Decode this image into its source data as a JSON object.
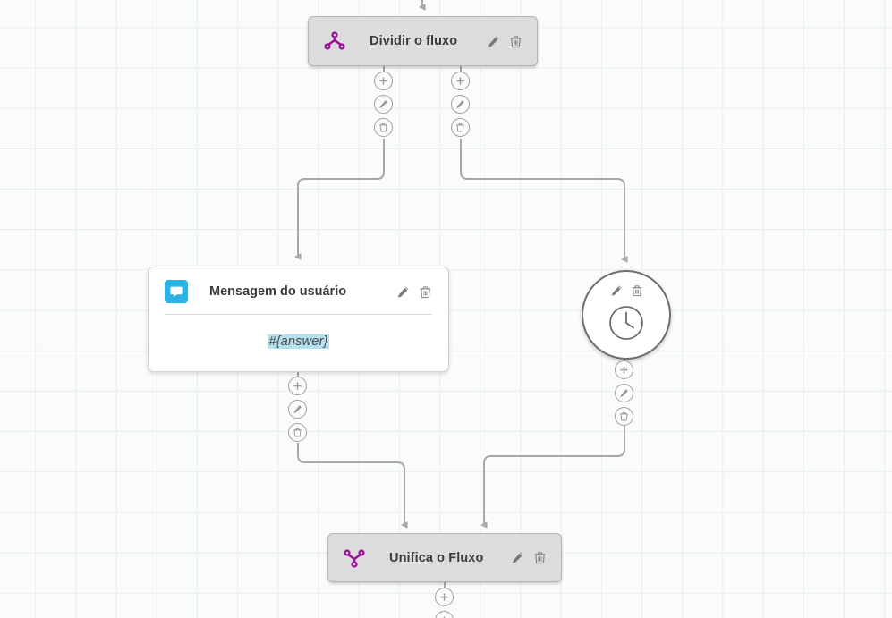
{
  "canvas": {
    "grid_color": "#e8ecf3",
    "background_color": "#fafbfb",
    "edge_color": "#a8a8a8"
  },
  "nodes": [
    {
      "id": "split",
      "type": "system",
      "title": "Dividir o fluxo",
      "icon": "split-flow-icon",
      "icon_color": "#9c0f9c",
      "tools": [
        "edit-pencil-icon",
        "delete-trash-icon"
      ]
    },
    {
      "id": "user-message",
      "type": "card",
      "title": "Mensagem do usuário",
      "icon": "chat-bubble-icon",
      "icon_background": "#2ab3e8",
      "body_value": "#{answer}",
      "body_highlight": "#b6dff0",
      "tools": [
        "edit-pencil-icon",
        "delete-trash-icon"
      ]
    },
    {
      "id": "timer",
      "type": "circle",
      "title": "",
      "icon": "clock-icon",
      "tools": [
        "edit-pencil-icon",
        "delete-trash-icon"
      ]
    },
    {
      "id": "merge",
      "type": "system",
      "title": "Unifica o Fluxo",
      "icon": "merge-flow-icon",
      "icon_color": "#9c0f9c",
      "tools": [
        "edit-pencil-icon",
        "delete-trash-icon"
      ]
    }
  ],
  "handles": {
    "add_label": "+",
    "edit_label": "edit",
    "delete_label": "delete",
    "groups": [
      {
        "id": "split-left",
        "buttons": [
          "add-icon",
          "edit-pencil-icon",
          "delete-trash-icon"
        ]
      },
      {
        "id": "split-right",
        "buttons": [
          "add-icon",
          "edit-pencil-icon",
          "delete-trash-icon"
        ]
      },
      {
        "id": "message-out",
        "buttons": [
          "add-icon",
          "edit-pencil-icon",
          "delete-trash-icon"
        ]
      },
      {
        "id": "timer-out",
        "buttons": [
          "add-icon",
          "edit-pencil-icon",
          "delete-trash-icon"
        ]
      },
      {
        "id": "merge-out",
        "buttons": [
          "add-icon",
          "add-icon"
        ]
      }
    ]
  }
}
